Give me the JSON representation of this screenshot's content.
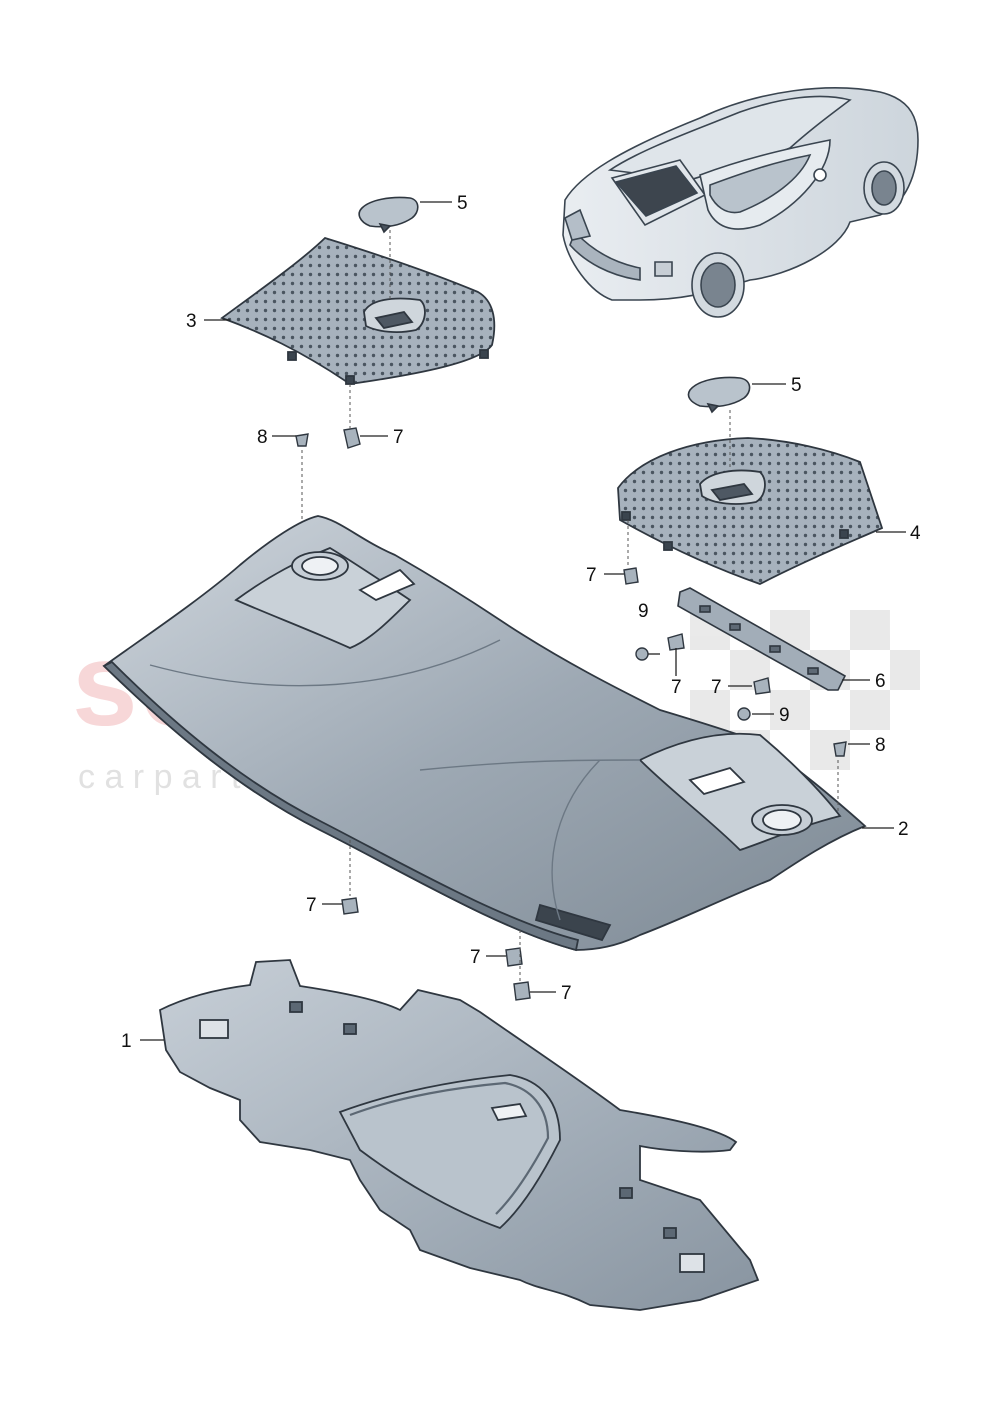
{
  "watermark": {
    "brand": "scuderia",
    "sub": "c a r  p a r t s"
  },
  "callouts": [
    {
      "id": "c1",
      "label": "1"
    },
    {
      "id": "c2",
      "label": "2"
    },
    {
      "id": "c3",
      "label": "3"
    },
    {
      "id": "c4",
      "label": "4"
    },
    {
      "id": "c5a",
      "label": "5"
    },
    {
      "id": "c5b",
      "label": "5"
    },
    {
      "id": "c6",
      "label": "6"
    },
    {
      "id": "c7a",
      "label": "7"
    },
    {
      "id": "c7b",
      "label": "7"
    },
    {
      "id": "c7c",
      "label": "7"
    },
    {
      "id": "c7d",
      "label": "7"
    },
    {
      "id": "c7e",
      "label": "7"
    },
    {
      "id": "c7f",
      "label": "7"
    },
    {
      "id": "c7g",
      "label": "7"
    },
    {
      "id": "c8a",
      "label": "8"
    },
    {
      "id": "c8b",
      "label": "8"
    },
    {
      "id": "c9a",
      "label": "9"
    },
    {
      "id": "c9b",
      "label": "9"
    }
  ],
  "colors": {
    "part_fill": "#9aa7b3",
    "part_light": "#c3ccd5",
    "part_dark": "#5c6874",
    "outline": "#2f3740",
    "leader": "#222222"
  }
}
